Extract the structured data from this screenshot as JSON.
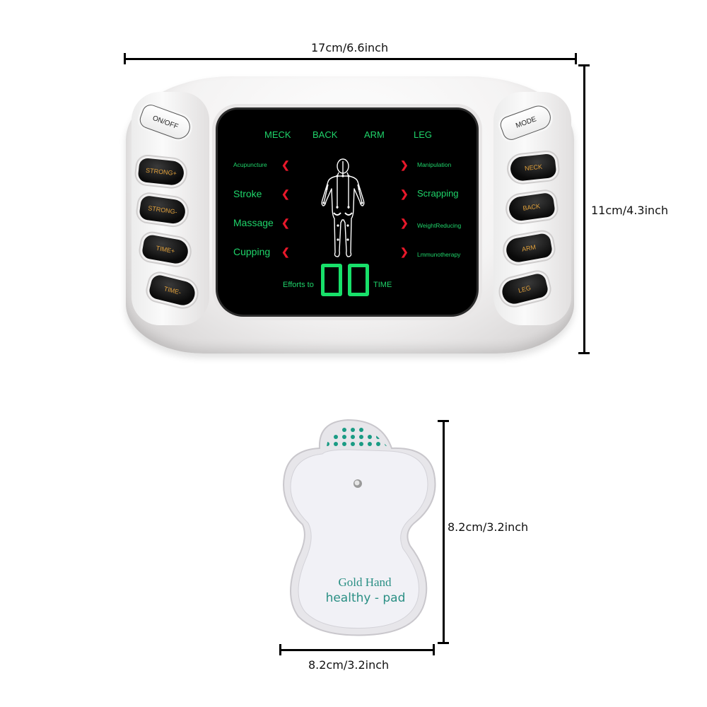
{
  "dimensions": {
    "device_width": "17cm/6.6inch",
    "device_height": "11cm/4.3inch",
    "pad_height": "8.2cm/3.2inch",
    "pad_width": "8.2cm/3.2inch"
  },
  "device": {
    "left_buttons": [
      {
        "label": "ON/OFF",
        "style": "light"
      },
      {
        "label": "STRONG+",
        "style": "dark"
      },
      {
        "label": "STRONG-",
        "style": "dark"
      },
      {
        "label": "TIME+",
        "style": "dark"
      },
      {
        "label": "TIME-",
        "style": "dark"
      }
    ],
    "right_buttons": [
      {
        "label": "MODE",
        "style": "light"
      },
      {
        "label": "NECK",
        "style": "dark"
      },
      {
        "label": "BACK",
        "style": "dark"
      },
      {
        "label": "ARM",
        "style": "dark"
      },
      {
        "label": "LEG",
        "style": "dark"
      }
    ],
    "screen": {
      "body_parts": [
        "MECK",
        "BACK",
        "ARM",
        "LEG"
      ],
      "left_modes": [
        "Acupuncture",
        "Stroke",
        "Massage",
        "Cupping"
      ],
      "right_modes": [
        "Manipulation",
        "Scrapping",
        "WeightReducing",
        "Lmmunotherapy"
      ],
      "left_arrow_icon": "chevron-left-icon",
      "right_arrow_icon": "chevron-right-icon",
      "figure_icon": "human-body-icon",
      "efforts_label": "Efforts to",
      "time_label": "TIME",
      "timer_value": "00"
    },
    "colors": {
      "lcd_green": "#1fd46a",
      "arrow_red": "#e8182a",
      "button_text_orange": "#e2a13b"
    }
  },
  "pad": {
    "brand": "Gold Hand",
    "product": "healthy - pad",
    "text_color": "#2a8f84",
    "dot_color": "#1a9b84"
  }
}
